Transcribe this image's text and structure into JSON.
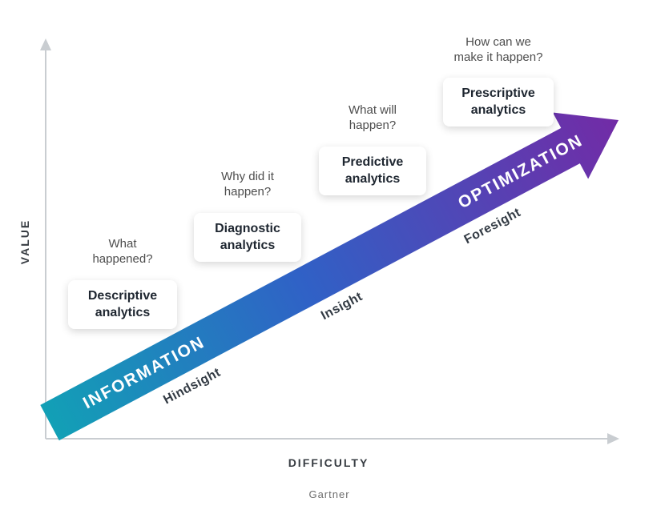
{
  "diagram": {
    "y_axis_label": "VALUE",
    "x_axis_label": "DIFFICULTY",
    "attribution": "Gartner",
    "arrow_labels": {
      "lower": "INFORMATION",
      "upper": "OPTIMIZATION"
    },
    "phases": [
      {
        "label": "Hindsight"
      },
      {
        "label": "Insight"
      },
      {
        "label": "Foresight"
      }
    ],
    "stages": [
      {
        "question": "What\nhappened?",
        "name": "Descriptive\nanalytics"
      },
      {
        "question": "Why did it\nhappen?",
        "name": "Diagnostic\nanalytics"
      },
      {
        "question": "What will\nhappen?",
        "name": "Predictive\nanalytics"
      },
      {
        "question": "How can we\nmake it happen?",
        "name": "Prescriptive\nanalytics"
      }
    ],
    "colors": {
      "gradient_start": "#12a0b6",
      "gradient_mid": "#3061c6",
      "gradient_end": "#722ba6",
      "card_text": "#1e2630",
      "question_text": "#4d4d4d",
      "axis": "#c9cdd1"
    }
  }
}
